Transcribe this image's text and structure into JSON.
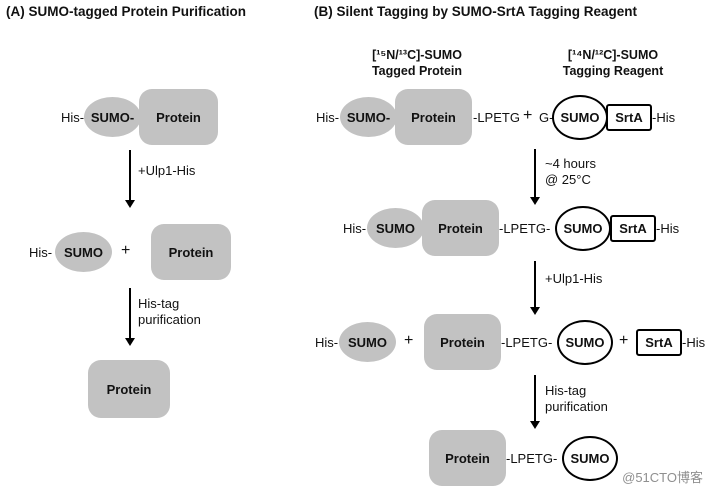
{
  "colors": {
    "shape_gray": "#c2c2c2",
    "text": "#111111",
    "watermark_gray": "#8f8f8f"
  },
  "panel_a": {
    "title": "(A) SUMO-tagged Protein Purification",
    "step1": {
      "his": "His-",
      "sumo": "SUMO-",
      "protein": "Protein"
    },
    "arrow1_label": "+Ulp1-His",
    "step2": {
      "his": "His-",
      "sumo": "SUMO",
      "plus": "+",
      "protein": "Protein"
    },
    "arrow2_label_line1": "His-tag",
    "arrow2_label_line2": "purification",
    "step3": {
      "protein": "Protein"
    }
  },
  "panel_b": {
    "title": "(B) Silent Tagging by SUMO-SrtA Tagging Reagent",
    "tagged_protein_label_line1": "[¹⁵N/¹³C]-SUMO",
    "tagged_protein_label_line2": "Tagged Protein",
    "tagging_reagent_label_line1": "[¹⁴N/¹²C]-SUMO",
    "tagging_reagent_label_line2": "Tagging Reagent",
    "step1": {
      "his": "His-",
      "sumo": "SUMO-",
      "protein": "Protein",
      "lpetg": "-LPETG",
      "plus": "+",
      "g": "G-",
      "sumo2": "SUMO",
      "srta": "SrtA",
      "his2": "-His"
    },
    "arrow1_label_line1": "~4 hours",
    "arrow1_label_line2": "@ 25°C",
    "step2": {
      "his": "His-",
      "sumo": "SUMO",
      "protein": "Protein",
      "lpetg": "-LPETG-",
      "sumo2": "SUMO",
      "srta": "SrtA",
      "his2": "-His"
    },
    "arrow2_label": "+Ulp1-His",
    "step3": {
      "his": "His-",
      "sumo": "SUMO",
      "plus1": "+",
      "protein": "Protein",
      "lpetg": "-LPETG-",
      "sumo2": "SUMO",
      "plus2": "+",
      "srta": "SrtA",
      "his2": "-His"
    },
    "arrow3_label_line1": "His-tag",
    "arrow3_label_line2": "purification",
    "step4": {
      "protein": "Protein",
      "lpetg": "-LPETG-",
      "sumo": "SUMO"
    }
  },
  "watermark": "@51CTO博客"
}
